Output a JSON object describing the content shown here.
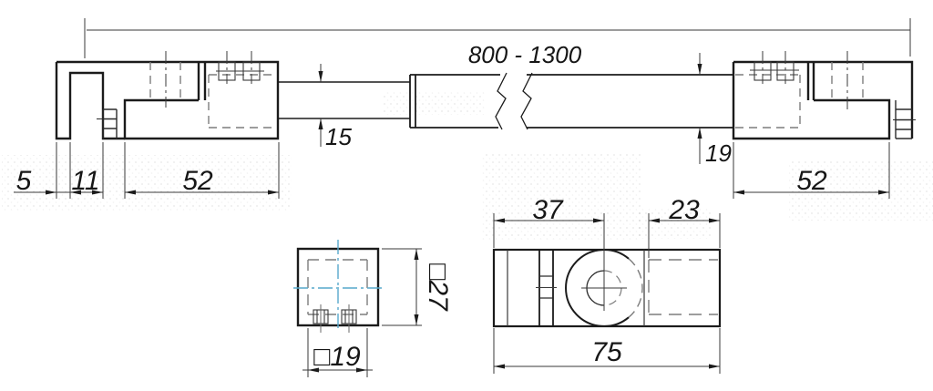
{
  "drawing": {
    "type": "technical-drawing",
    "description": "Telescopic rod with hook clamp and end clamp, three orthographic views",
    "colors": {
      "line": "#1b1b1b",
      "thin_line": "#3a3a3a",
      "hidden_line": "#7d7d7d",
      "centerline_accent": "#57a9cc",
      "background": "#ffffff"
    },
    "views": {
      "front": {
        "dim_overall": "800 - 1300",
        "dim_rod_height": "15",
        "dim_tube_height": "19",
        "dim_hook_lip": "5",
        "dim_hook_gap": "11",
        "dim_left_clamp_width": "52",
        "dim_right_clamp_width": "52"
      },
      "section": {
        "dim_outer_square": "□27",
        "dim_inner_square": "□19"
      },
      "top": {
        "dim_to_pivot": "37",
        "dim_tube_pocket": "23",
        "dim_overall": "75"
      }
    }
  }
}
